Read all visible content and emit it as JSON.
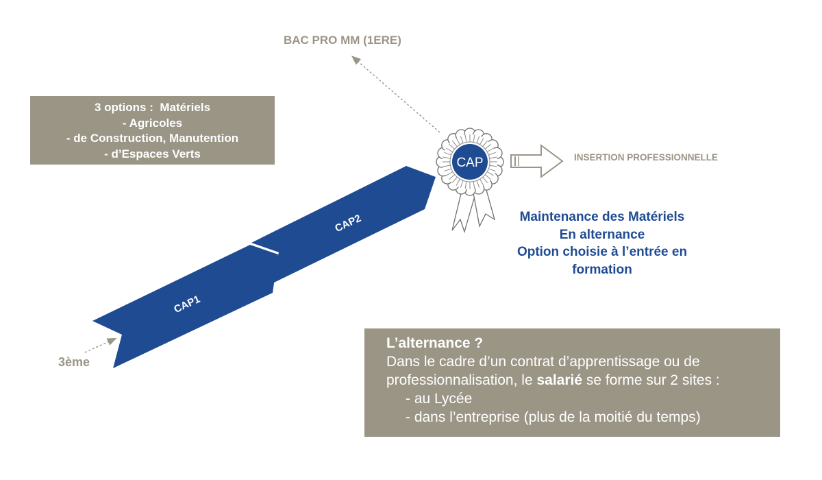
{
  "options_box": {
    "lines": [
      "3 options :  Matériels",
      "- Agricoles",
      "- de Construction, Manutention",
      "- d’Espaces Verts"
    ]
  },
  "bac_label": "BAC PRO MM (1ERE)",
  "insertion_label": "INSERTION PROFESSIONNELLE",
  "third_label": "3ème",
  "cap1_label": "CAP1",
  "cap2_label": "CAP2",
  "badge_label": "CAP",
  "maintenance": {
    "lines": [
      "Maintenance des Matériels",
      "En alternance",
      "Option choisie à l’entrée en",
      "formation"
    ]
  },
  "alternance": {
    "title": "L’alternance ?",
    "line1": "Dans le cadre d’un contrat d’apprentissage ou de",
    "line2_pre": "professionnalisation, le ",
    "line2_bold": "salarié",
    "line2_post": " se forme sur 2 sites :",
    "item1": "- au Lycée",
    "item2": "- dans l’entreprise (plus de la moitié du temps)"
  },
  "colors": {
    "arrow_blue": "#1f4b93",
    "box_taupe": "#9b9586",
    "text_taupe": "#9b9586"
  }
}
